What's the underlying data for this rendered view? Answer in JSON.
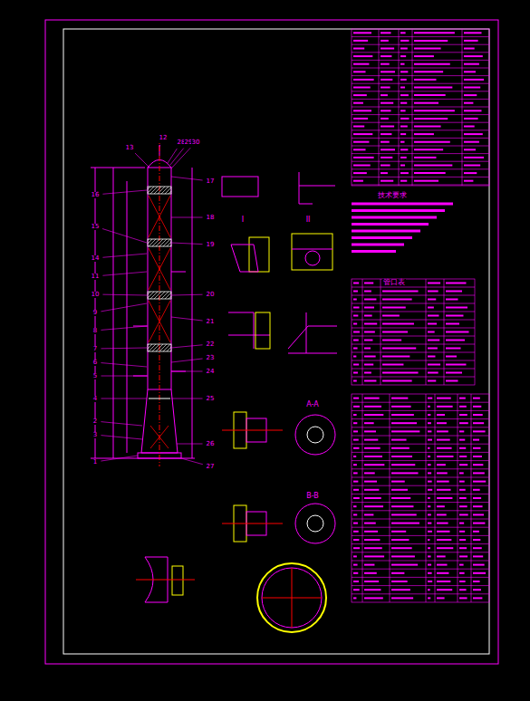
{
  "diagram": {
    "labels": [
      "12",
      "13",
      "28",
      "29",
      "30",
      "1",
      "2",
      "3",
      "4",
      "5",
      "6",
      "7",
      "8",
      "9",
      "10",
      "11",
      "14",
      "15",
      "16",
      "17",
      "18",
      "19",
      "20",
      "21",
      "22",
      "23",
      "24",
      "25",
      "26",
      "27",
      "技术要求",
      "管口表",
      "I",
      "II",
      "A-A",
      "B-B"
    ]
  }
}
